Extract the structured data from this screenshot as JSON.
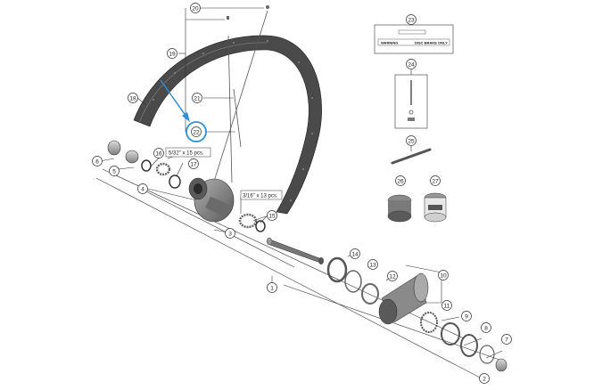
{
  "callouts": {
    "c1": "1",
    "c2": "2",
    "c3": "3",
    "c4": "4",
    "c5": "5",
    "c6": "6",
    "c7": "7",
    "c8": "8",
    "c9": "9",
    "c10": "10",
    "c11": "11",
    "c12": "12",
    "c13": "13",
    "c14": "14",
    "c15": "15",
    "c16": "16",
    "c17": "17",
    "c18": "18",
    "c19": "19",
    "c20": "20",
    "c21": "21",
    "c22": "22",
    "c23": "23",
    "c24": "24",
    "c25": "25",
    "c26": "26",
    "c27": "27"
  },
  "notes": {
    "balls_small": "5/32\" x 15 pcs.",
    "balls_large": "3/16\" x 13 pcs."
  },
  "label_23": {
    "warning": "WARNING",
    "disc": "DISC BRAKE ONLY"
  },
  "colors": {
    "line": "#333333",
    "rim": "#4a4a4a",
    "highlight": "#2b8fd6",
    "part_gray": "#8a8a8a"
  }
}
